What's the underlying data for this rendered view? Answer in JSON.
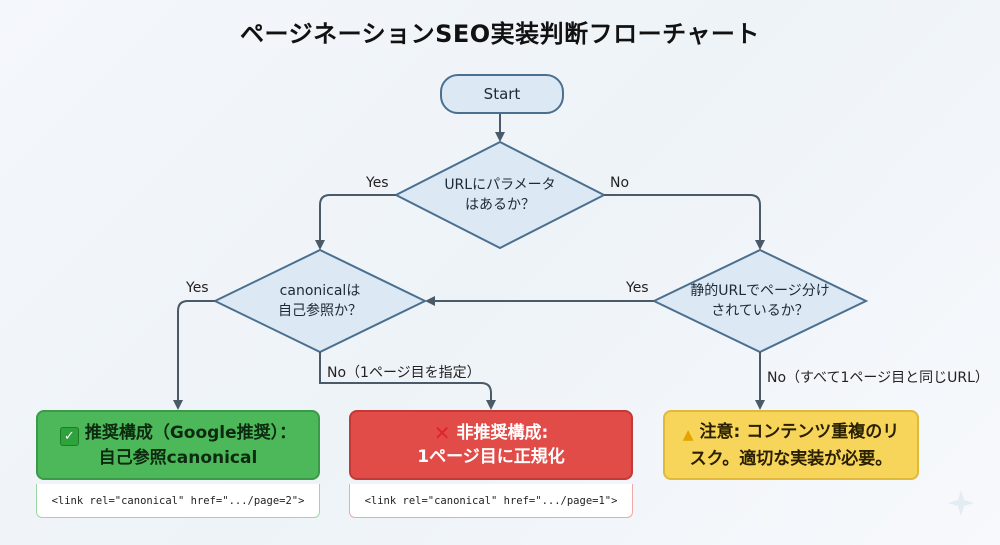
{
  "title": "ページネーションSEO実装判断フローチャート",
  "start": "Start",
  "decisions": {
    "d1": [
      "URLにパラメータ",
      "はあるか？"
    ],
    "d2": [
      "canonicalは",
      "自己参照か？"
    ],
    "d3": [
      "静的URLでページ分け",
      "されているか？"
    ]
  },
  "edges": {
    "d1_yes": "Yes",
    "d1_no": "No",
    "d2_yes": "Yes",
    "d2_no": "No（1ページ目を指定）",
    "d3_yes": "Yes",
    "d3_no": "No（すべて1ページ目と同じURL）"
  },
  "results": {
    "green": {
      "icon": "check-icon",
      "line1": "推奨構成（Google推奨）：",
      "line2": "自己参照canonical",
      "code": "<link rel=\"canonical\" href=\".../page=2\">"
    },
    "red": {
      "icon": "cross-icon",
      "line1": "非推奨構成:",
      "line2": "1ページ目に正規化",
      "code": "<link rel=\"canonical\" href=\".../page=1\">"
    },
    "yellow": {
      "icon": "warning-icon",
      "line1": "注意: コンテンツ重複のリ",
      "line2": "スク。適切な実装が必要。"
    }
  },
  "colors": {
    "decision_fill": "#dce9f5",
    "decision_stroke": "#4a6f8f",
    "arrow": "#4a5a68",
    "green": "#4cb85a",
    "red": "#e24c48",
    "yellow": "#f7d55a"
  }
}
